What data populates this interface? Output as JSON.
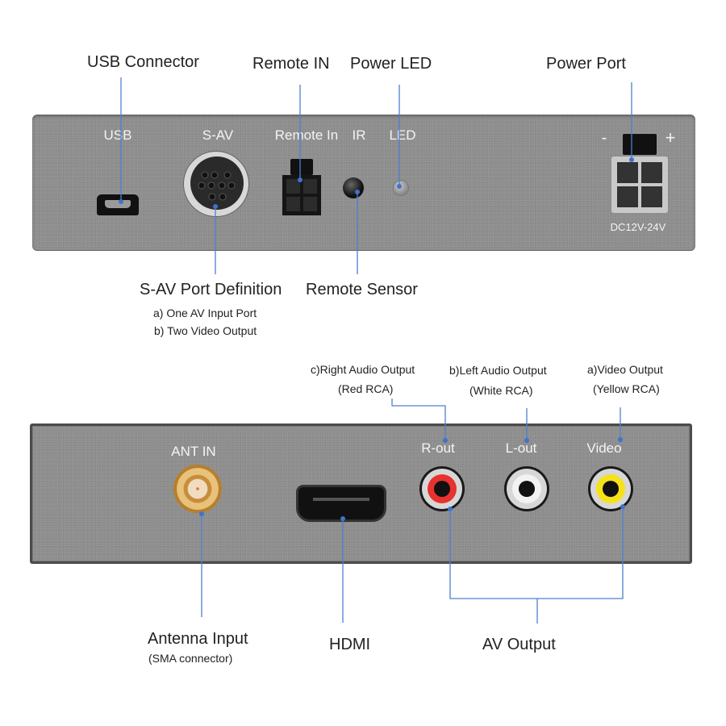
{
  "top_panel": {
    "callouts_above": {
      "usb_connector": "USB Connector",
      "remote_in": "Remote IN",
      "power_led": "Power LED",
      "power_port": "Power Port"
    },
    "panel_labels": {
      "usb": "USB",
      "s_av": "S-AV",
      "remote_in": "Remote In",
      "ir": "IR",
      "led": "LED",
      "minus": "-",
      "plus": "+",
      "voltage": "DC12V-24V"
    },
    "callouts_below": {
      "s_av_definition": {
        "title": "S-AV Port Definition",
        "items": [
          "a) One AV Input Port",
          "b) Two Video Output"
        ]
      },
      "remote_sensor": "Remote Sensor"
    }
  },
  "bottom_panel": {
    "callouts_above": {
      "right_audio": {
        "title": "c)Right Audio Output",
        "sub": "(Red RCA)"
      },
      "left_audio": {
        "title": "b)Left Audio Output",
        "sub": "(White RCA)"
      },
      "video": {
        "title": "a)Video Output",
        "sub": "(Yellow RCA)"
      }
    },
    "panel_labels": {
      "ant_in": "ANT IN",
      "r_out": "R-out",
      "l_out": "L-out",
      "video": "Video"
    },
    "callouts_below": {
      "antenna": {
        "title": "Antenna Input",
        "sub": "(SMA connector)"
      },
      "hdmi": "HDMI",
      "av_output": "AV Output"
    }
  },
  "colors": {
    "leader_line": "#4f7fd0",
    "panel": "#8d8d8d",
    "rca_red": "#e8322e",
    "rca_white": "#f2f2f2",
    "rca_yellow": "#f5e21a",
    "sma_gold": "#d9a544"
  }
}
